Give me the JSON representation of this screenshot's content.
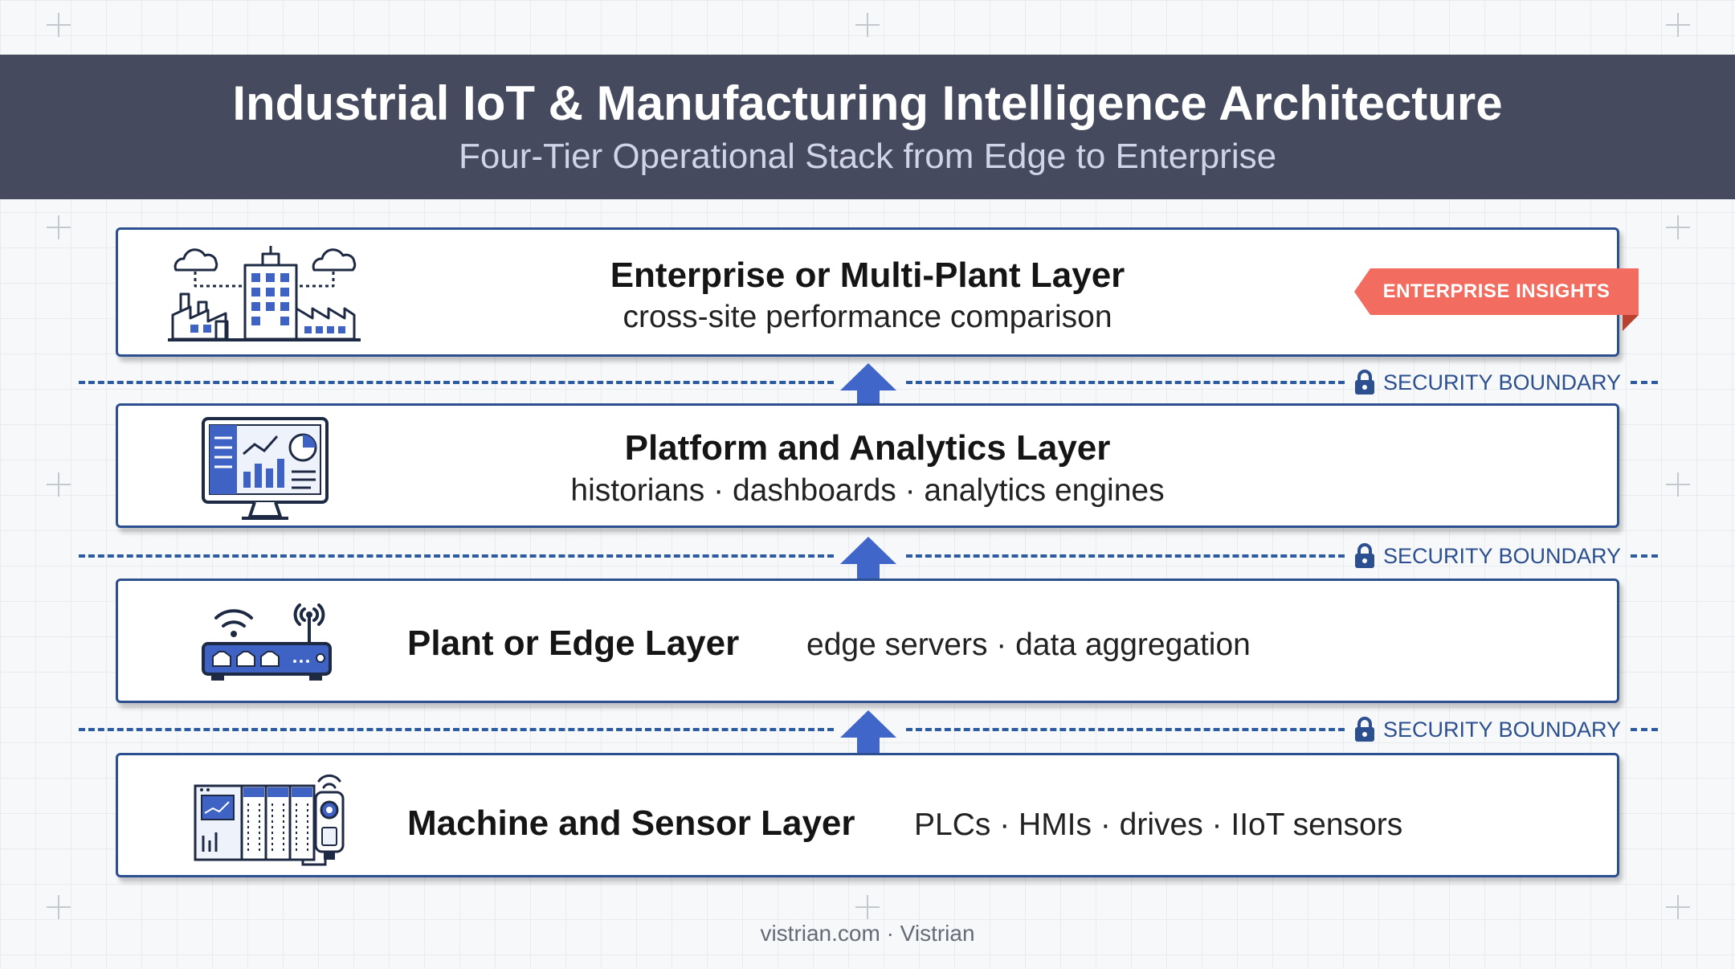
{
  "header": {
    "title": "Industrial IoT & Manufacturing Intelligence Architecture",
    "subtitle": "Four-Tier Operational Stack from Edge to Enterprise"
  },
  "layers": [
    {
      "name": "Enterprise or Multi-Plant Layer",
      "description": "cross-site performance comparison",
      "icon": "factory-city-icon"
    },
    {
      "name": "Platform and Analytics Layer",
      "description": "historians · dashboards · analytics engines",
      "icon": "monitor-dashboard-icon"
    },
    {
      "name": "Plant or Edge Layer",
      "description": "edge servers · data aggregation",
      "icon": "router-icon"
    },
    {
      "name": "Machine and Sensor Layer",
      "description": "PLCs · HMIs · drives · IIoT sensors",
      "icon": "plc-sensor-icon"
    }
  ],
  "badge": {
    "label": "ENTERPRISE INSIGHTS",
    "color": "#f26c5f"
  },
  "security_label": "SECURITY BOUNDARY",
  "footer": "vistrian.com · Vistrian",
  "colors": {
    "header_bg": "#464a5e",
    "border": "#2b4f8f",
    "arrow": "#3f66c8",
    "dash": "#2d5c9e"
  }
}
